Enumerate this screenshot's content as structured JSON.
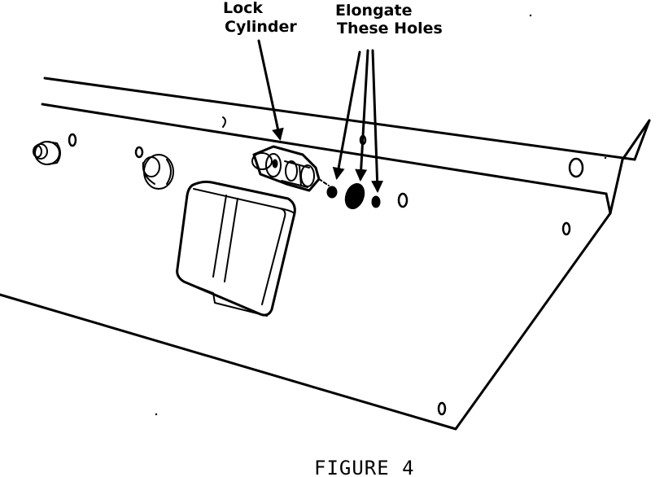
{
  "labels": {
    "lock_cylinder_line1": "Lock",
    "lock_cylinder_line2": "Cylinder",
    "elongate_line1": "Elongate",
    "elongate_line2": "These Holes"
  },
  "caption": "FIGURE 4"
}
